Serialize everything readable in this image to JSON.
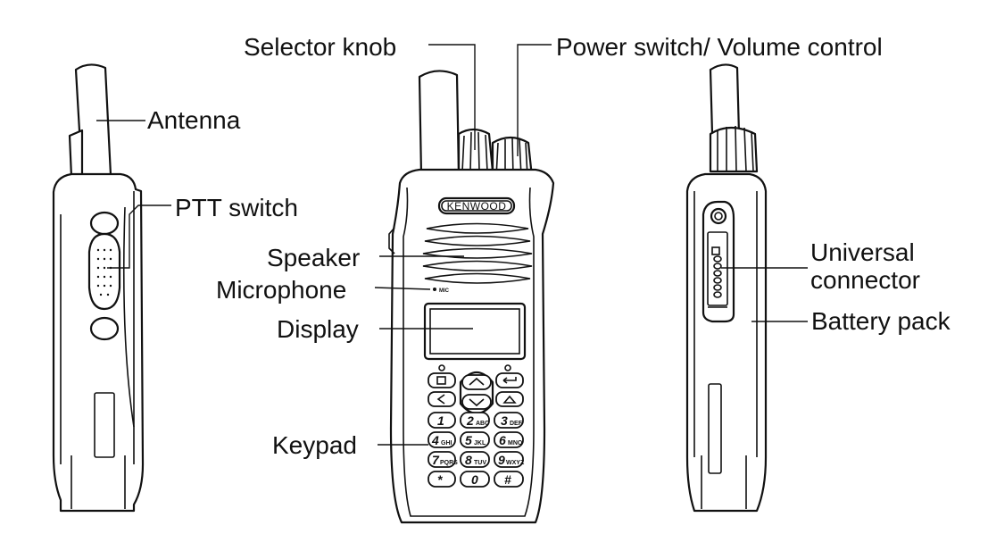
{
  "labels": {
    "selector_knob": "Selector knob",
    "power_volume": "Power switch/ Volume control",
    "antenna": "Antenna",
    "ptt_switch": "PTT switch",
    "speaker": "Speaker",
    "microphone": "Microphone",
    "display": "Display",
    "keypad": "Keypad",
    "universal_connector_1": "Universal",
    "universal_connector_2": "connector",
    "battery_pack": "Battery pack"
  },
  "device": {
    "brand": "KENWOOD",
    "mic_mark": "MIC"
  },
  "keypad": [
    {
      "main": "1",
      "sub": ""
    },
    {
      "main": "2",
      "sub": "ABC"
    },
    {
      "main": "3",
      "sub": "DEF"
    },
    {
      "main": "4",
      "sub": "GHI"
    },
    {
      "main": "5",
      "sub": "JKL"
    },
    {
      "main": "6",
      "sub": "MNO"
    },
    {
      "main": "7",
      "sub": "PQRS"
    },
    {
      "main": "8",
      "sub": "TUV"
    },
    {
      "main": "9",
      "sub": "WXYZ"
    },
    {
      "main": "*",
      "sub": ""
    },
    {
      "main": "0",
      "sub": ""
    },
    {
      "main": "#",
      "sub": ""
    }
  ]
}
